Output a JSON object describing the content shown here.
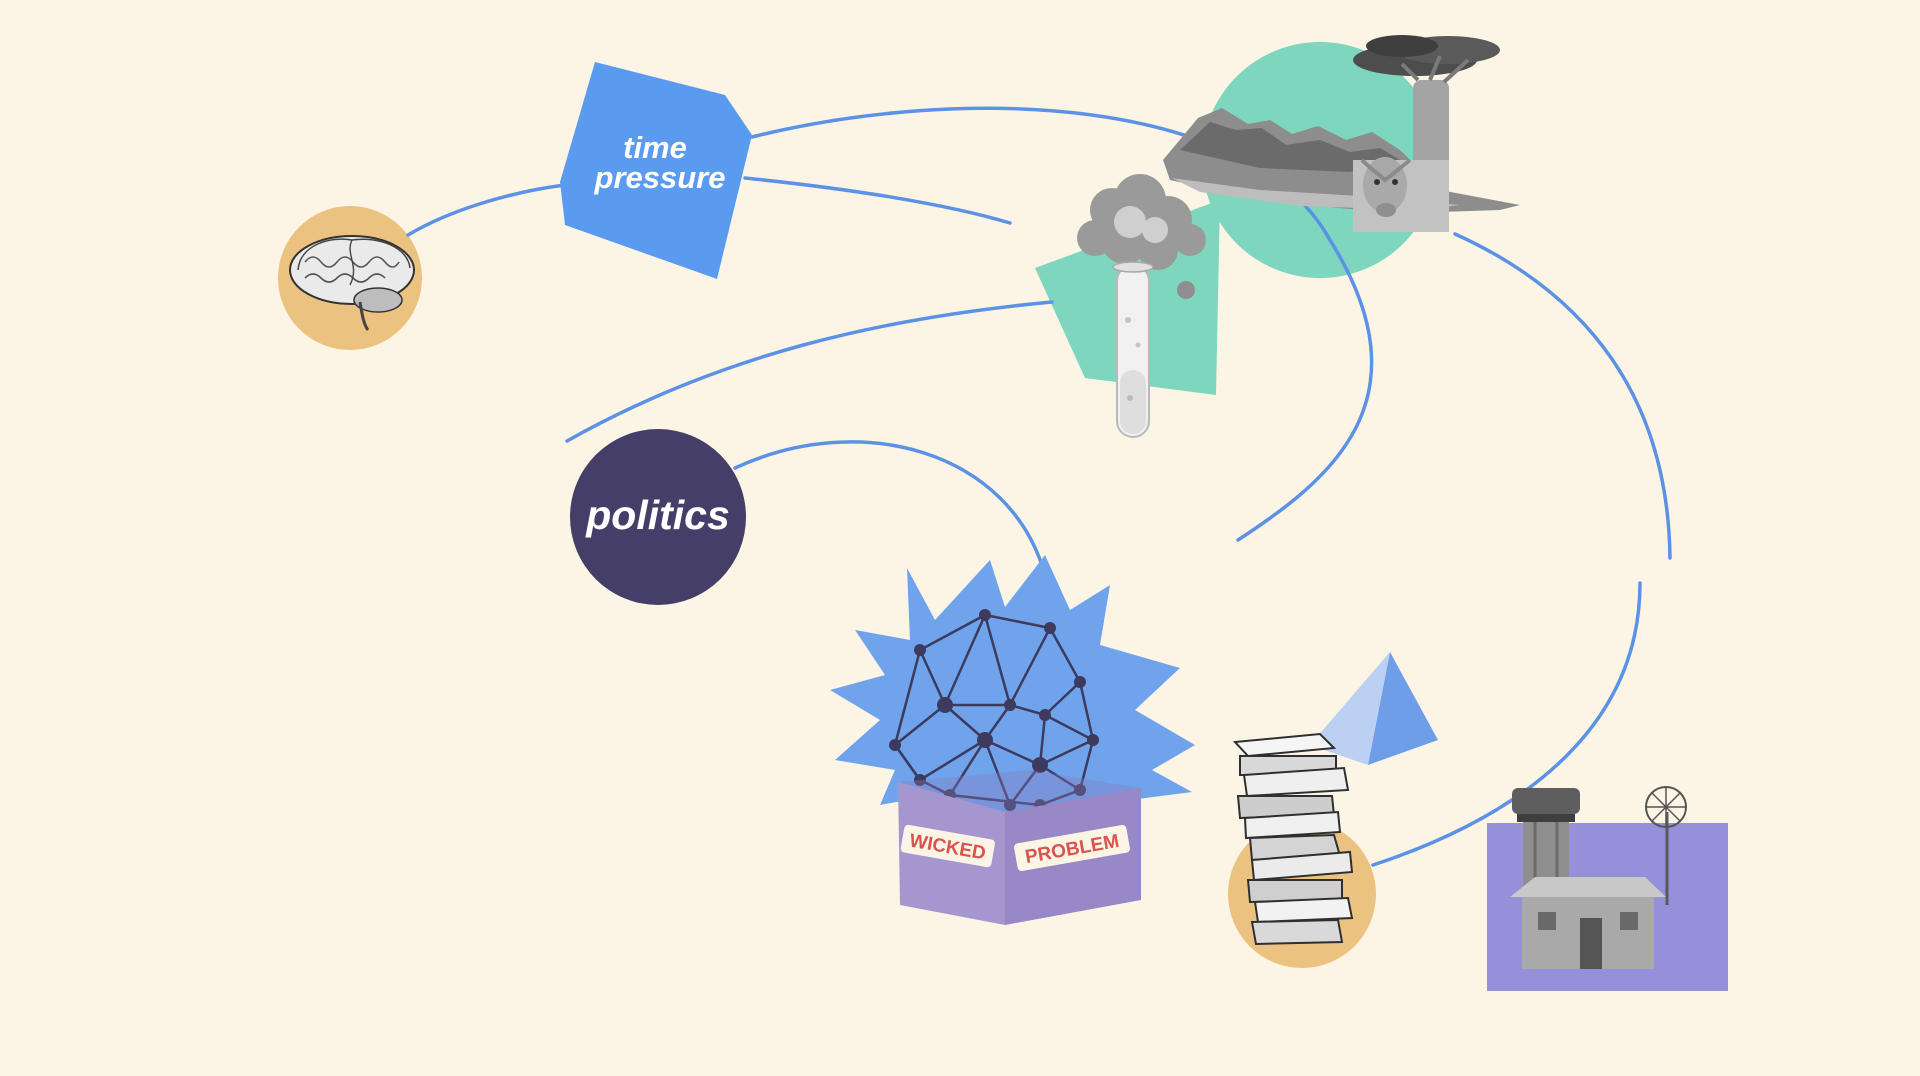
{
  "nodes": {
    "time_pressure": {
      "line1": "time",
      "line2": "pressure"
    },
    "politics": {
      "label": "politics"
    },
    "wicked_problem": {
      "word1": "WICKED",
      "word2": "PROBLEM"
    }
  },
  "icons": [
    "brain-icon",
    "clouds-test-tube-icon",
    "landscape-baobab-cow-icon",
    "books-stack-icon",
    "pyramid-icon",
    "water-tower-building-icon",
    "network-burst-icon"
  ],
  "colors": {
    "background": "#fcf5e6",
    "connector": "#5b92e5",
    "time_pressure_fill": "#5b9bef",
    "politics_fill": "#453e68",
    "mint": "#7dd6bd",
    "sand_circle": "#ebc27f",
    "lavender": "#9590d9",
    "box_purple": "#a596cf",
    "burst_blue": "#6fa4ec"
  }
}
